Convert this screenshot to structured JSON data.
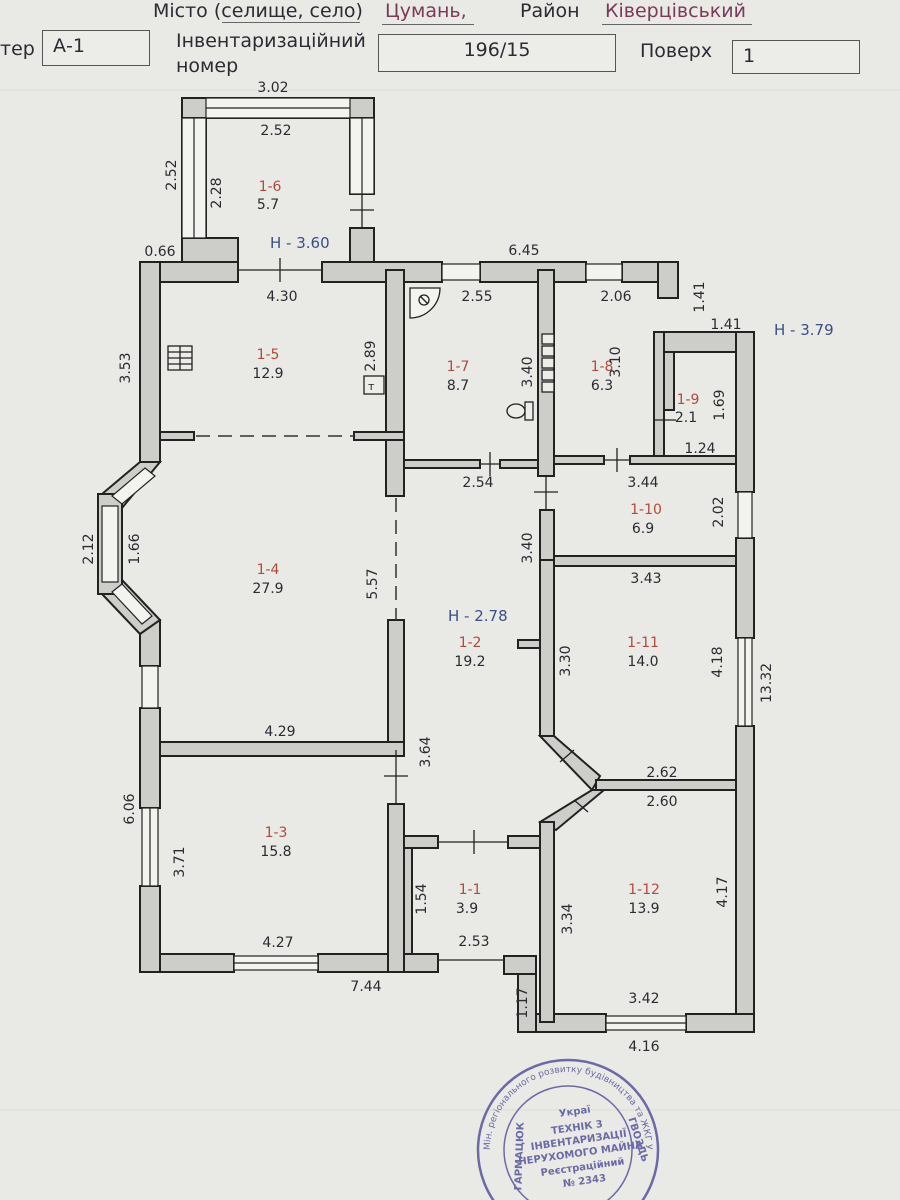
{
  "header": {
    "city_label": "Місто (селище, село)",
    "city_value": "Цумань,",
    "district_label": "Район",
    "district_value": "Ківерцівський",
    "letter_label": "тер",
    "letter_value": "А-1",
    "inv_label_1": "Інвентаризаційний",
    "inv_label_2": "номер",
    "inv_value": "196/15",
    "floor_label": "Поверх",
    "floor_value": "1"
  },
  "heights": {
    "terrace": "Н - 3.60",
    "main": "Н - 2.78",
    "side": "Н - 3.79"
  },
  "rooms": [
    {
      "num": "1-1",
      "area": "3.9"
    },
    {
      "num": "1-2",
      "area": "19.2"
    },
    {
      "num": "1-3",
      "area": "15.8"
    },
    {
      "num": "1-4",
      "area": "27.9"
    },
    {
      "num": "1-5",
      "area": "12.9"
    },
    {
      "num": "1-6",
      "area": "5.7"
    },
    {
      "num": "1-7",
      "area": "8.7"
    },
    {
      "num": "1-8",
      "area": "6.3"
    },
    {
      "num": "1-9",
      "area": "2.1"
    },
    {
      "num": "1-10",
      "area": "6.9"
    },
    {
      "num": "1-11",
      "area": "14.0"
    },
    {
      "num": "1-12",
      "area": "13.9"
    }
  ],
  "dimensions": {
    "terrace_outer_w": "3.02",
    "terrace_inner_w": "2.52",
    "terrace_outer_h": "2.52",
    "terrace_inner_h": "2.28",
    "offset_left": "0.66",
    "r5_w": "4.30",
    "r5_h_left": "3.53",
    "r5_h_right": "2.89",
    "top_right_run": "6.45",
    "r7_w": "2.55",
    "r7_h": "3.40",
    "r8_w": "2.06",
    "r8_notch": "1.41",
    "r9_notch_w": "1.41",
    "r8_h": "3.10",
    "r9_h": "1.69",
    "r9_w": "1.24",
    "r7_w_bottom": "2.54",
    "r10_w": "3.44",
    "r10_h": "2.02",
    "hall_h": "3.40",
    "bay_outer": "2.12",
    "bay_inner": "1.66",
    "r4_h": "5.57",
    "r11_w_top": "3.43",
    "r11_h_left": "3.30",
    "r11_h_right": "4.18",
    "right_total": "13.32",
    "r4_w": "4.29",
    "hall_lower_h": "3.64",
    "r11_w_bottom": "2.62",
    "r12_w_top": "2.60",
    "left_lower": "6.06",
    "r3_h": "3.71",
    "r1_h": "1.54",
    "r12_h_left": "3.34",
    "r12_h_right": "4.17",
    "r3_w": "4.27",
    "r1_w": "2.53",
    "bottom_run": "7.44",
    "step_h": "1.17",
    "r12_w_bottom": "3.42",
    "r12_w_outer": "4.16"
  },
  "stamp": {
    "ring_text": "Мін. регіонального розвитку будівництва та ЖКГ України · Асоціація архітектурно-будівельних фірм ·",
    "top": "Украї",
    "line1": "ТЕХНІК 3",
    "line2": "ІНВЕНТАРИЗАЦІЇ",
    "line3": "НЕРУХОМОГО МАЙНА",
    "line4": "Реєстраційний",
    "line5": "№ 2343",
    "side_left": "ГАРМАЦЮК",
    "side_right": "ГВОЗДЬ"
  },
  "colors": {
    "wall": "#cdcdca",
    "wall_stroke": "#222222",
    "text": "#2b2b33",
    "room_num": "#b24a3c",
    "height_mark": "#3a4f86",
    "stamp": "#6b6aa6"
  }
}
